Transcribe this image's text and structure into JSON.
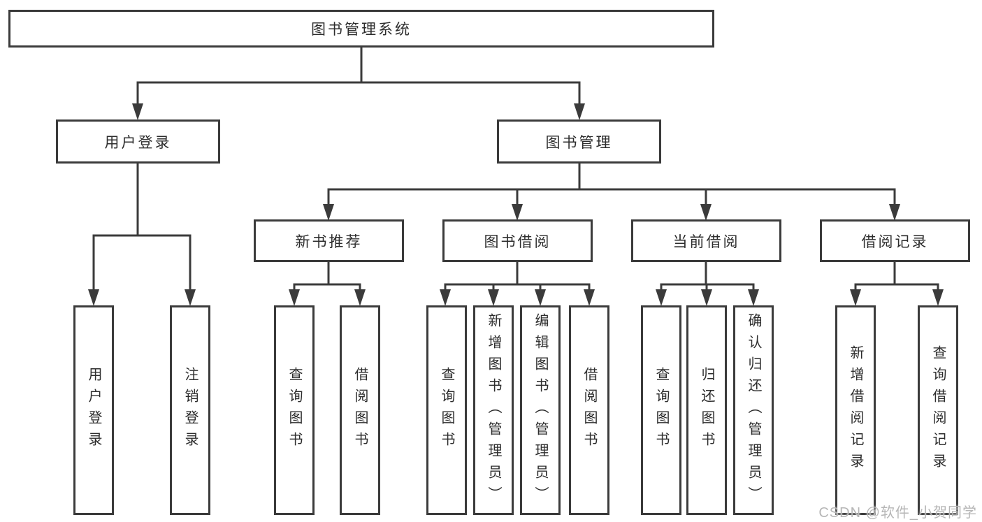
{
  "diagram": {
    "root": {
      "label": "图书管理系统"
    },
    "branches": [
      {
        "label": "用户登录",
        "children": [
          {
            "label": "用户登录"
          },
          {
            "label": "注销登录"
          }
        ]
      },
      {
        "label": "图书管理",
        "groups": [
          {
            "label": "新书推荐",
            "children": [
              {
                "label": "查询图书"
              },
              {
                "label": "借阅图书"
              }
            ]
          },
          {
            "label": "图书借阅",
            "children": [
              {
                "label": "查询图书"
              },
              {
                "label": "新增图书（管理员）"
              },
              {
                "label": "编辑图书（管理员）"
              },
              {
                "label": "借阅图书"
              }
            ]
          },
          {
            "label": "当前借阅",
            "children": [
              {
                "label": "查询图书"
              },
              {
                "label": "归还图书"
              },
              {
                "label": "确认归还（管理员）"
              }
            ]
          },
          {
            "label": "借阅记录",
            "children": [
              {
                "label": "新增借阅记录"
              },
              {
                "label": "查询借阅记录"
              }
            ]
          }
        ]
      }
    ]
  },
  "watermark": {
    "text": "CSDN @软件_小贺同学"
  },
  "colors": {
    "line": "#3b3b3b",
    "border": "#3b3b3b",
    "text": "#2d2d2d",
    "background": "#ffffff",
    "watermark": "#b6b6b6"
  }
}
